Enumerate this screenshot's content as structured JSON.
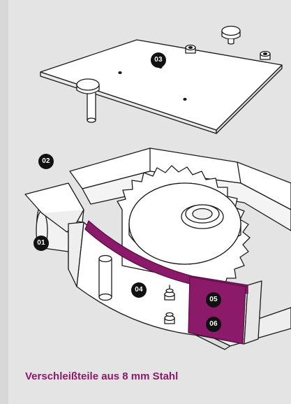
{
  "callouts": {
    "c01": "01",
    "c02": "02",
    "c03": "03",
    "c04": "04",
    "c05": "05",
    "c06": "06"
  },
  "caption": "Verschleißteile aus 8 mm Stahl",
  "colors": {
    "background": "#e3e4e3",
    "accent": "#8c1a6a",
    "badge": "#111111",
    "line": "#1a1a1a",
    "surface": "#ffffff"
  }
}
